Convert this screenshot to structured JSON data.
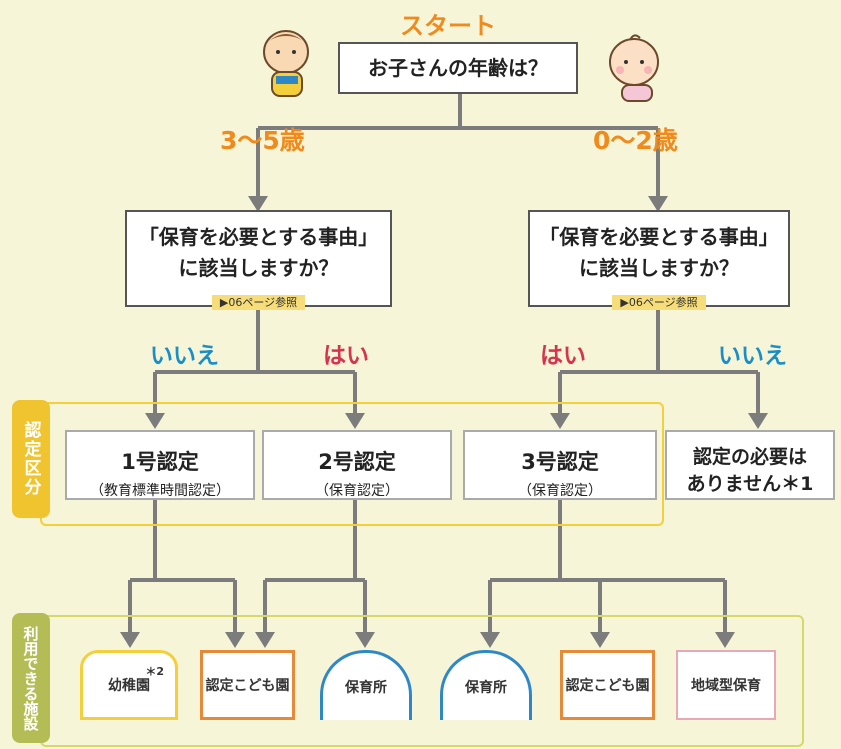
{
  "flow": {
    "start_label": "スタート",
    "question_age": "お子さんの年齢は？",
    "age_older": "3～5歳",
    "age_younger": "0～2歳",
    "question_reason_line1": "「保育を必要とする事由」",
    "question_reason_line2": "に該当しますか？",
    "reference": "▶06ページ参照",
    "answer_no": "いいえ",
    "answer_yes": "はい"
  },
  "categories": {
    "section_label": "認定区分",
    "cat1_title": "1号認定",
    "cat1_sub": "（教育標準時間認定）",
    "cat2_title": "2号認定",
    "cat2_sub": "（保育認定）",
    "cat3_title": "3号認定",
    "cat3_sub": "（保育認定）",
    "none_line1": "認定の必要は",
    "none_line2": "ありません＊1"
  },
  "facilities": {
    "section_label": "利用できる施設",
    "kindergarten": "幼稚園",
    "kindergarten_note": "＊2",
    "certified_center": "認定こども園",
    "nursery": "保育所",
    "community_care": "地域型保育"
  },
  "colors": {
    "accent_orange": "#f08a1c",
    "yes_red": "#d6334f",
    "no_blue": "#1a8fc7",
    "category_tag": "#f0c42e",
    "facility_tag": "#b4bd55"
  }
}
